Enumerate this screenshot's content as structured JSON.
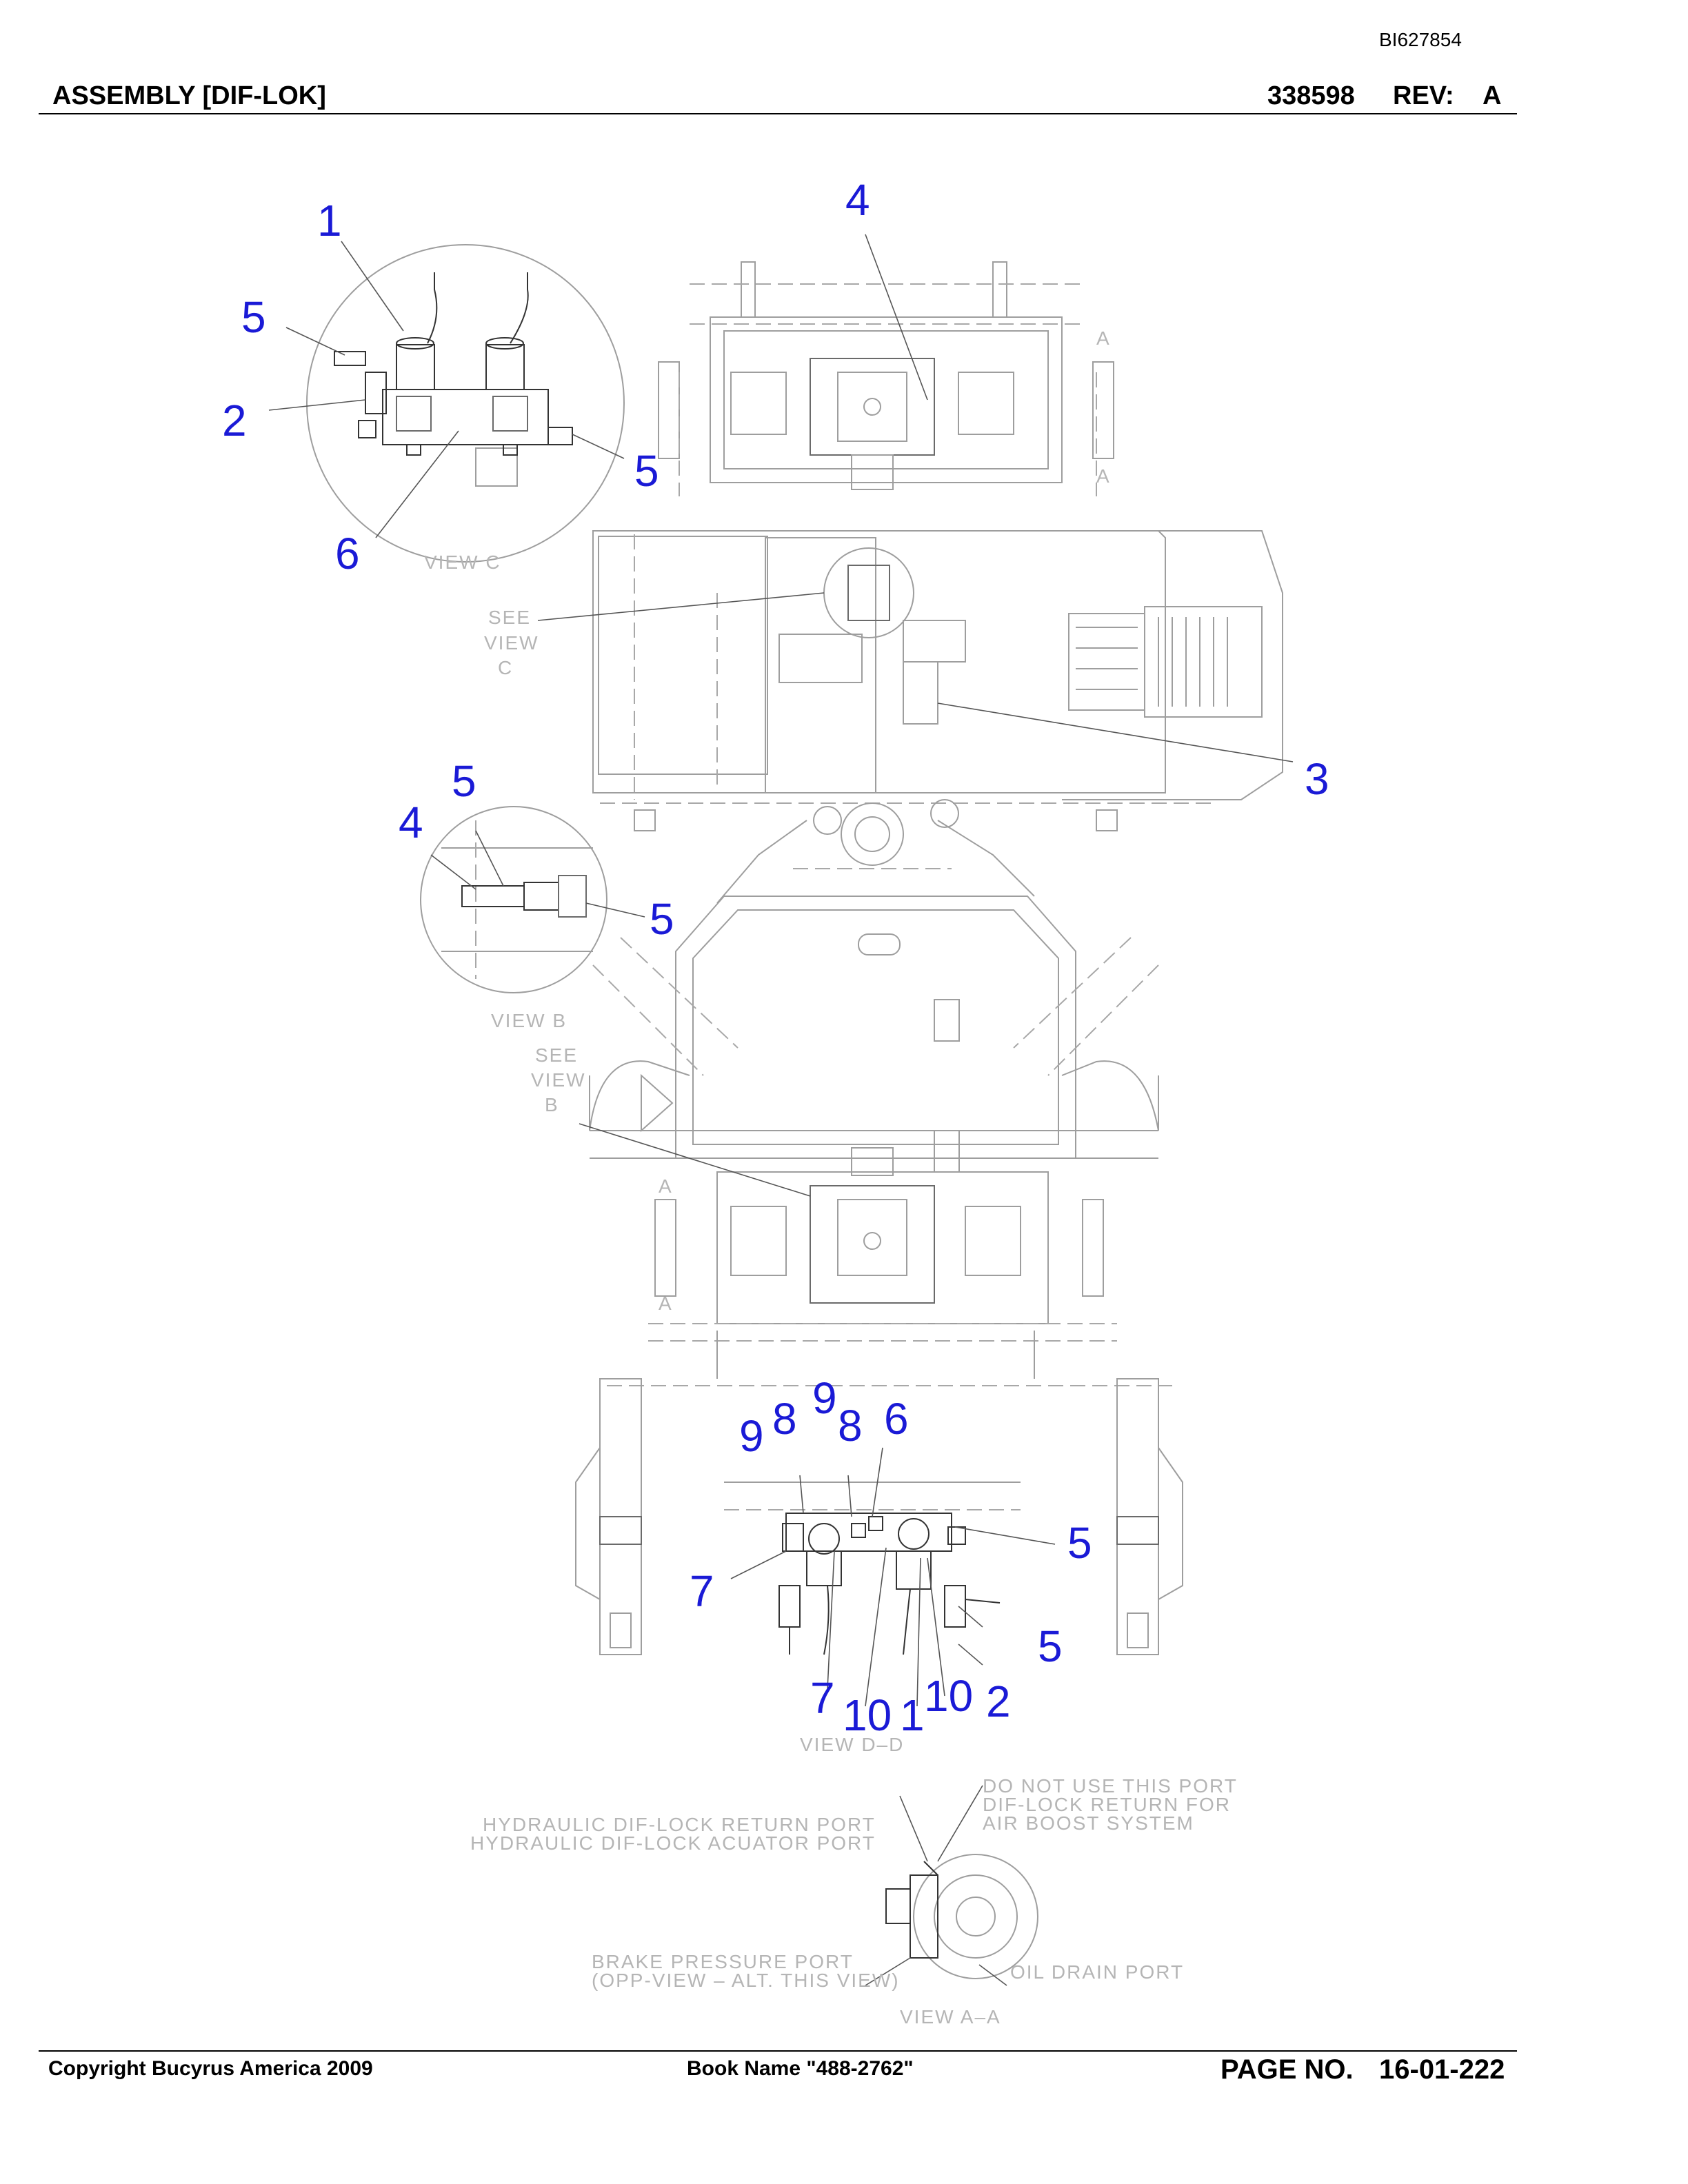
{
  "header": {
    "doc_id": "BI627854",
    "title": "ASSEMBLY [DIF-LOK]",
    "drawing_number": "338598",
    "rev_label": "REV:",
    "rev_value": "A"
  },
  "footer": {
    "copyright": "Copyright Bucyrus America 2009",
    "book_name": "Book Name \"488-2762\"",
    "page_no_label": "PAGE NO.",
    "page_no_value": "16-01-222"
  },
  "view_labels": {
    "view_c": "VIEW C",
    "see_view_c": [
      "SEE",
      "VIEW",
      "C"
    ],
    "view_b": "VIEW B",
    "see_view_b": [
      "SEE",
      "VIEW",
      "B"
    ],
    "view_dd": "VIEW D–D",
    "view_aa": "VIEW A–A",
    "section_a": "A"
  },
  "port_notes": {
    "do_not_use": [
      "DO NOT USE THIS PORT",
      "DIF-LOCK RETURN FOR",
      "AIR BOOST SYSTEM"
    ],
    "hydraulic": [
      "HYDRAULIC DIF-LOCK RETURN PORT",
      "HYDRAULIC DIF-LOCK ACUATOR PORT"
    ],
    "brake": [
      "BRAKE PRESSURE PORT",
      "(OPP-VIEW – ALT. THIS VIEW)"
    ],
    "oil_drain": "OIL DRAIN PORT"
  },
  "callouts": {
    "c1": "1",
    "c2": "2",
    "c3": "3",
    "c4": "4",
    "c5": "5",
    "c6": "6",
    "c7": "7",
    "c8": "8",
    "c9": "9",
    "c10": "10"
  }
}
